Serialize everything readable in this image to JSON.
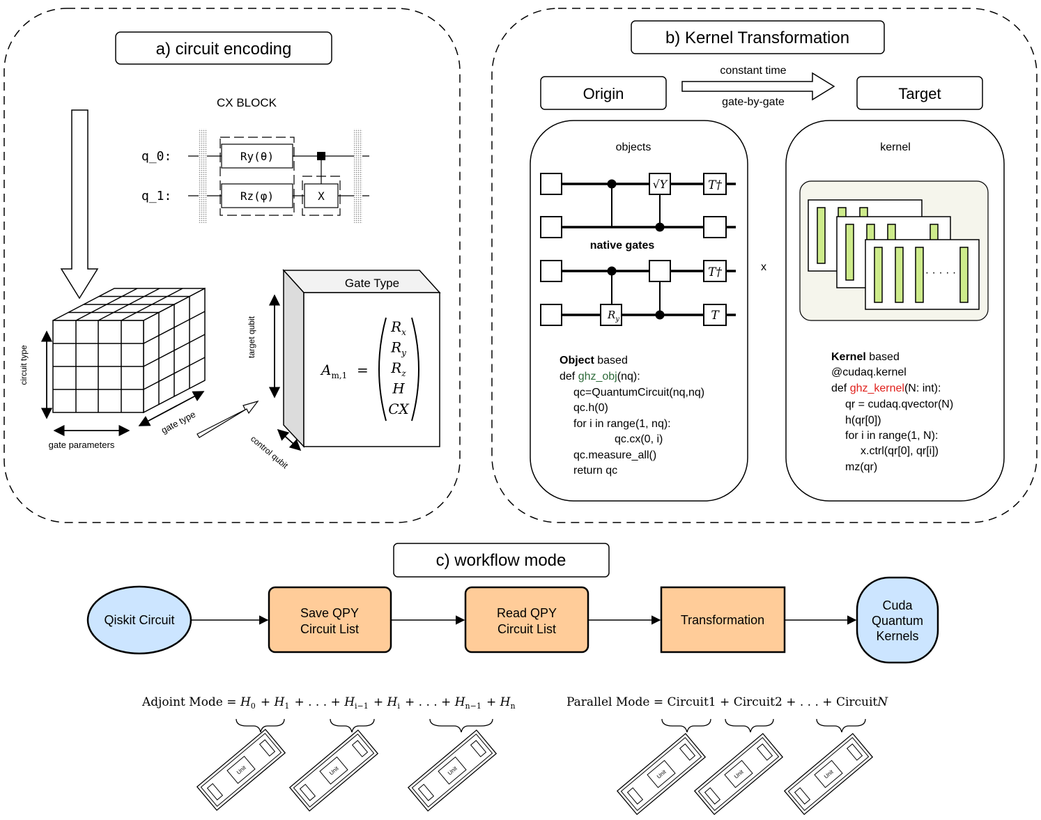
{
  "panel_a": {
    "title": "a) circuit encoding",
    "block_title": "CX BLOCK",
    "qubit_labels": [
      "q_0:",
      "q_1:"
    ],
    "gates": {
      "ry": "Ry(θ)",
      "rz": "Rz(φ)",
      "x": "X"
    },
    "axis_labels": {
      "circuit_type": "circuit type",
      "gate_parameters": "gate parameters",
      "gate_type": "gate type",
      "target_qubit": "target qubit",
      "control_qubit": "control qubit"
    },
    "gate_type_box": {
      "title": "Gate Type",
      "lhs": "A",
      "lhs_sub": "m,1",
      "equals": "=",
      "entries": [
        {
          "main": "R",
          "sub": "x"
        },
        {
          "main": "R",
          "sub": "y"
        },
        {
          "main": "R",
          "sub": "z"
        },
        {
          "main": "H",
          "sub": ""
        },
        {
          "main": "CX",
          "sub": ""
        }
      ]
    }
  },
  "panel_b": {
    "title": "b) Kernel Transformation",
    "origin_label": "Origin",
    "target_label": "Target",
    "arrow_top": "constant time",
    "arrow_bottom": "gate-by-gate",
    "objects_label": "objects",
    "kernel_label": "kernel",
    "native_gates": "native gates",
    "times": "x",
    "gate_labels": {
      "sqrt_y": "√Y",
      "t_dag": "T†",
      "ry": "R",
      "ry_sub": "y",
      "t": "T"
    },
    "kernel_dots": "· · · · ·",
    "object_code": {
      "heading_bold": "Object",
      "heading_rest": " based",
      "def_prefix": "def ",
      "func_name": "ghz_obj",
      "def_suffix": "(nq):",
      "lines": [
        "qc=QuantumCircuit(nq,nq)",
        "qc.h(0)",
        "for i in range(1, nq):",
        "qc.cx(0, i)",
        "qc.measure_all()",
        "return qc"
      ]
    },
    "kernel_code": {
      "heading_bold": "Kernel",
      "heading_rest": " based",
      "decorator": "@cudaq.kernel",
      "def_prefix": "def ",
      "func_name": "ghz_kernel",
      "def_suffix": "(N: int):",
      "lines": [
        "qr = cudaq.qvector(N)",
        "h(qr[0])",
        "for i in range(1, N):",
        "x.ctrl(qr[0], qr[i])",
        "mz(qr)"
      ]
    }
  },
  "panel_c": {
    "title": "c) workflow mode",
    "nodes": {
      "qiskit": "Qiskit Circuit",
      "save": [
        "Save QPY",
        "Circuit List"
      ],
      "read": [
        "Read QPY",
        "Circuit List"
      ],
      "transform": "Transformation",
      "cuda": [
        "Cuda",
        "Quantum",
        "Kernels"
      ]
    },
    "adjoint_label": "Adjoint Mode",
    "parallel_label": "Parallel Mode",
    "unit_label": "Unit",
    "adjoint_terms": [
      {
        "t": "op",
        "v": "="
      },
      {
        "t": "var",
        "v": "H",
        "s": "0"
      },
      {
        "t": "op",
        "v": "+"
      },
      {
        "t": "var",
        "v": "H",
        "s": "1"
      },
      {
        "t": "op",
        "v": "+ . . . +"
      },
      {
        "t": "var",
        "v": "H",
        "s": "i−1"
      },
      {
        "t": "op",
        "v": "+"
      },
      {
        "t": "var",
        "v": "H",
        "s": "i"
      },
      {
        "t": "op",
        "v": "+ . . . +"
      },
      {
        "t": "var",
        "v": "H",
        "s": "n−1"
      },
      {
        "t": "op",
        "v": "+"
      },
      {
        "t": "var",
        "v": "H",
        "s": "n"
      }
    ],
    "parallel_terms": [
      {
        "t": "op",
        "v": "="
      },
      {
        "t": "txt",
        "v": "Circuit1"
      },
      {
        "t": "op",
        "v": "+"
      },
      {
        "t": "txt",
        "v": "Circuit2"
      },
      {
        "t": "op",
        "v": "+ . . . +"
      },
      {
        "t": "txt",
        "v": "Circuit"
      },
      {
        "t": "var",
        "v": "N",
        "s": ""
      }
    ]
  },
  "colors": {
    "stroke": "#000000",
    "orange": "#ffcc99",
    "blue": "#cce5ff",
    "green": "#cdeb8b",
    "cream": "#f5f5ec",
    "func_obj": "#2e6b3a",
    "func_kernel": "#e0201b",
    "gray": "#b5b5b5"
  }
}
